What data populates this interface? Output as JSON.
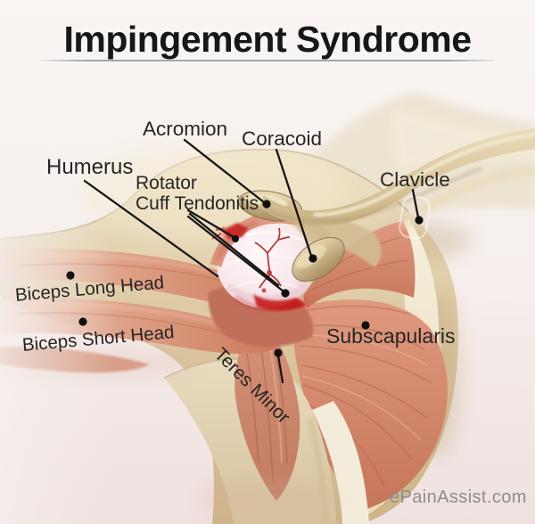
{
  "page": {
    "title": "Impingement Syndrome",
    "watermark": "ePainAssist.com"
  },
  "labels": {
    "acromion": "Acromion",
    "coracoid": "Coracoid",
    "humerus": "Humerus",
    "rotator_cuff": {
      "line1": "Rotator",
      "line2": "Cuff Tendonitis"
    },
    "clavicle": "Clavicle",
    "biceps_long_head": "Biceps Long Head",
    "biceps_short_head": "Biceps Short Head",
    "teres_minor": "Teres Minor",
    "subscapularis": "Subscapularis"
  },
  "colors": {
    "title_text": "#171717",
    "label_text": "#262626",
    "annotation_line": "#161616",
    "background_top": "#f9f5f3",
    "background_bottom": "#efe1df",
    "bone_tan": "#d8c59e",
    "scapula_cream": "#efe6cd",
    "muscle_salmon": "#d48b72",
    "inflammation_red": "#c51f1f",
    "joint_capsule_pink": "#f8e8ec",
    "watermark_gray": "#8d8d8d"
  }
}
